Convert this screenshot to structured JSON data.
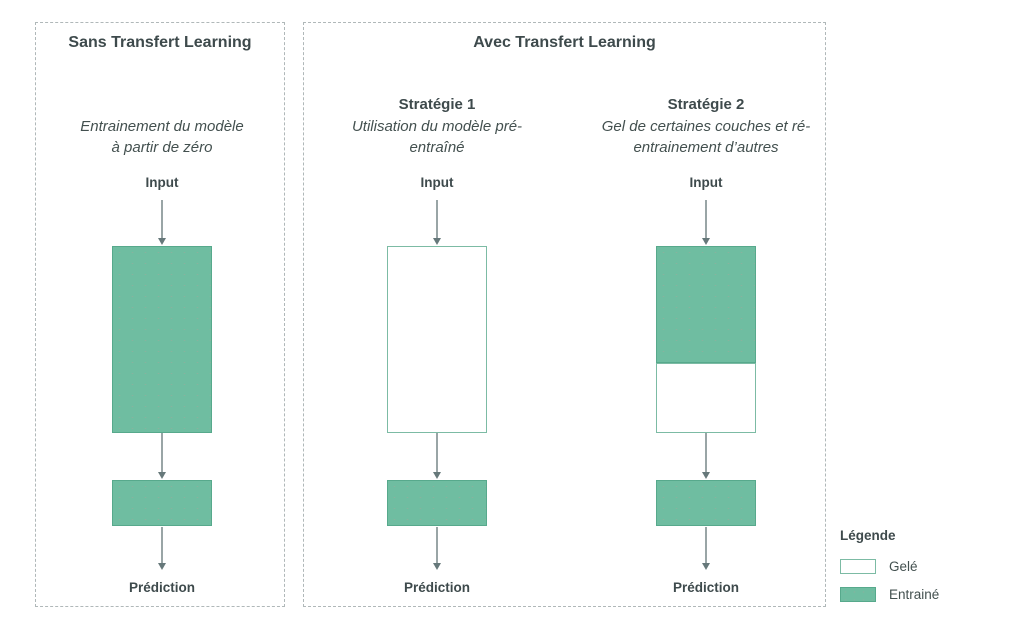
{
  "panels": {
    "left": {
      "title": "Sans Transfert Learning"
    },
    "right": {
      "title": "Avec Transfert Learning"
    }
  },
  "columns": [
    {
      "heading": "",
      "description": "Entrainement du modèle\nà partir de zéro",
      "input_label": "Input",
      "output_label": "Prédiction",
      "main_box": "trained",
      "head_box": "trained"
    },
    {
      "heading": "Stratégie 1",
      "description": "Utilisation du modèle pré-\nentraîné",
      "input_label": "Input",
      "output_label": "Prédiction",
      "main_box": "frozen",
      "head_box": "trained"
    },
    {
      "heading": "Stratégie 2",
      "description": "Gel de certaines couches et ré-\nentrainement d’autres",
      "input_label": "Input",
      "output_label": "Prédiction",
      "main_box": "trained-top-frozen-bottom",
      "head_box": "trained"
    }
  ],
  "legend": {
    "title": "Légende",
    "items": [
      {
        "label": "Gelé",
        "type": "frozen"
      },
      {
        "label": "Entrainé",
        "type": "trained"
      }
    ]
  },
  "colors": {
    "trained_fill": "#6FBDA1",
    "trained_border": "#57A98C",
    "frozen_fill": "#FFFFFF",
    "frozen_border": "#7CBBA4",
    "arrow_shaft": "#99A5A6",
    "arrow_head": "#66787A",
    "text": "#3E4A4C",
    "panel_border": "#B0B8B9"
  }
}
